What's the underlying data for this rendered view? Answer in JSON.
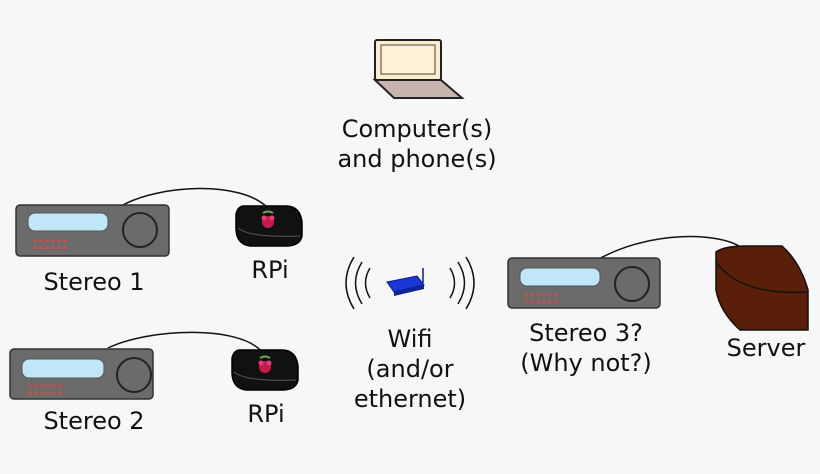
{
  "nodes": {
    "computer": {
      "line1": "Computer(s)",
      "line2": "and phone(s)"
    },
    "stereo1": {
      "label": "Stereo 1"
    },
    "stereo2": {
      "label": "Stereo 2"
    },
    "rpi1": {
      "label": "RPi"
    },
    "rpi2": {
      "label": "RPi"
    },
    "wifi": {
      "line1": "Wifi",
      "line2": "(and/or",
      "line3": "ethernet)"
    },
    "stereo3": {
      "line1": "Stereo 3?",
      "line2": "(Why not?)"
    },
    "server": {
      "label": "Server"
    }
  },
  "colors": {
    "stereo_body": "#6b6b6b",
    "stereo_display": "#bfe7f7",
    "stereo_led": "#d24a4a",
    "rpi_body": "#111111",
    "raspberry": "#c51a4a",
    "server_body": "#5a1f08",
    "wifi_router": "#1a37d6",
    "laptop_screen": "#fbeecb",
    "laptop_body": "#c9b5b0"
  }
}
